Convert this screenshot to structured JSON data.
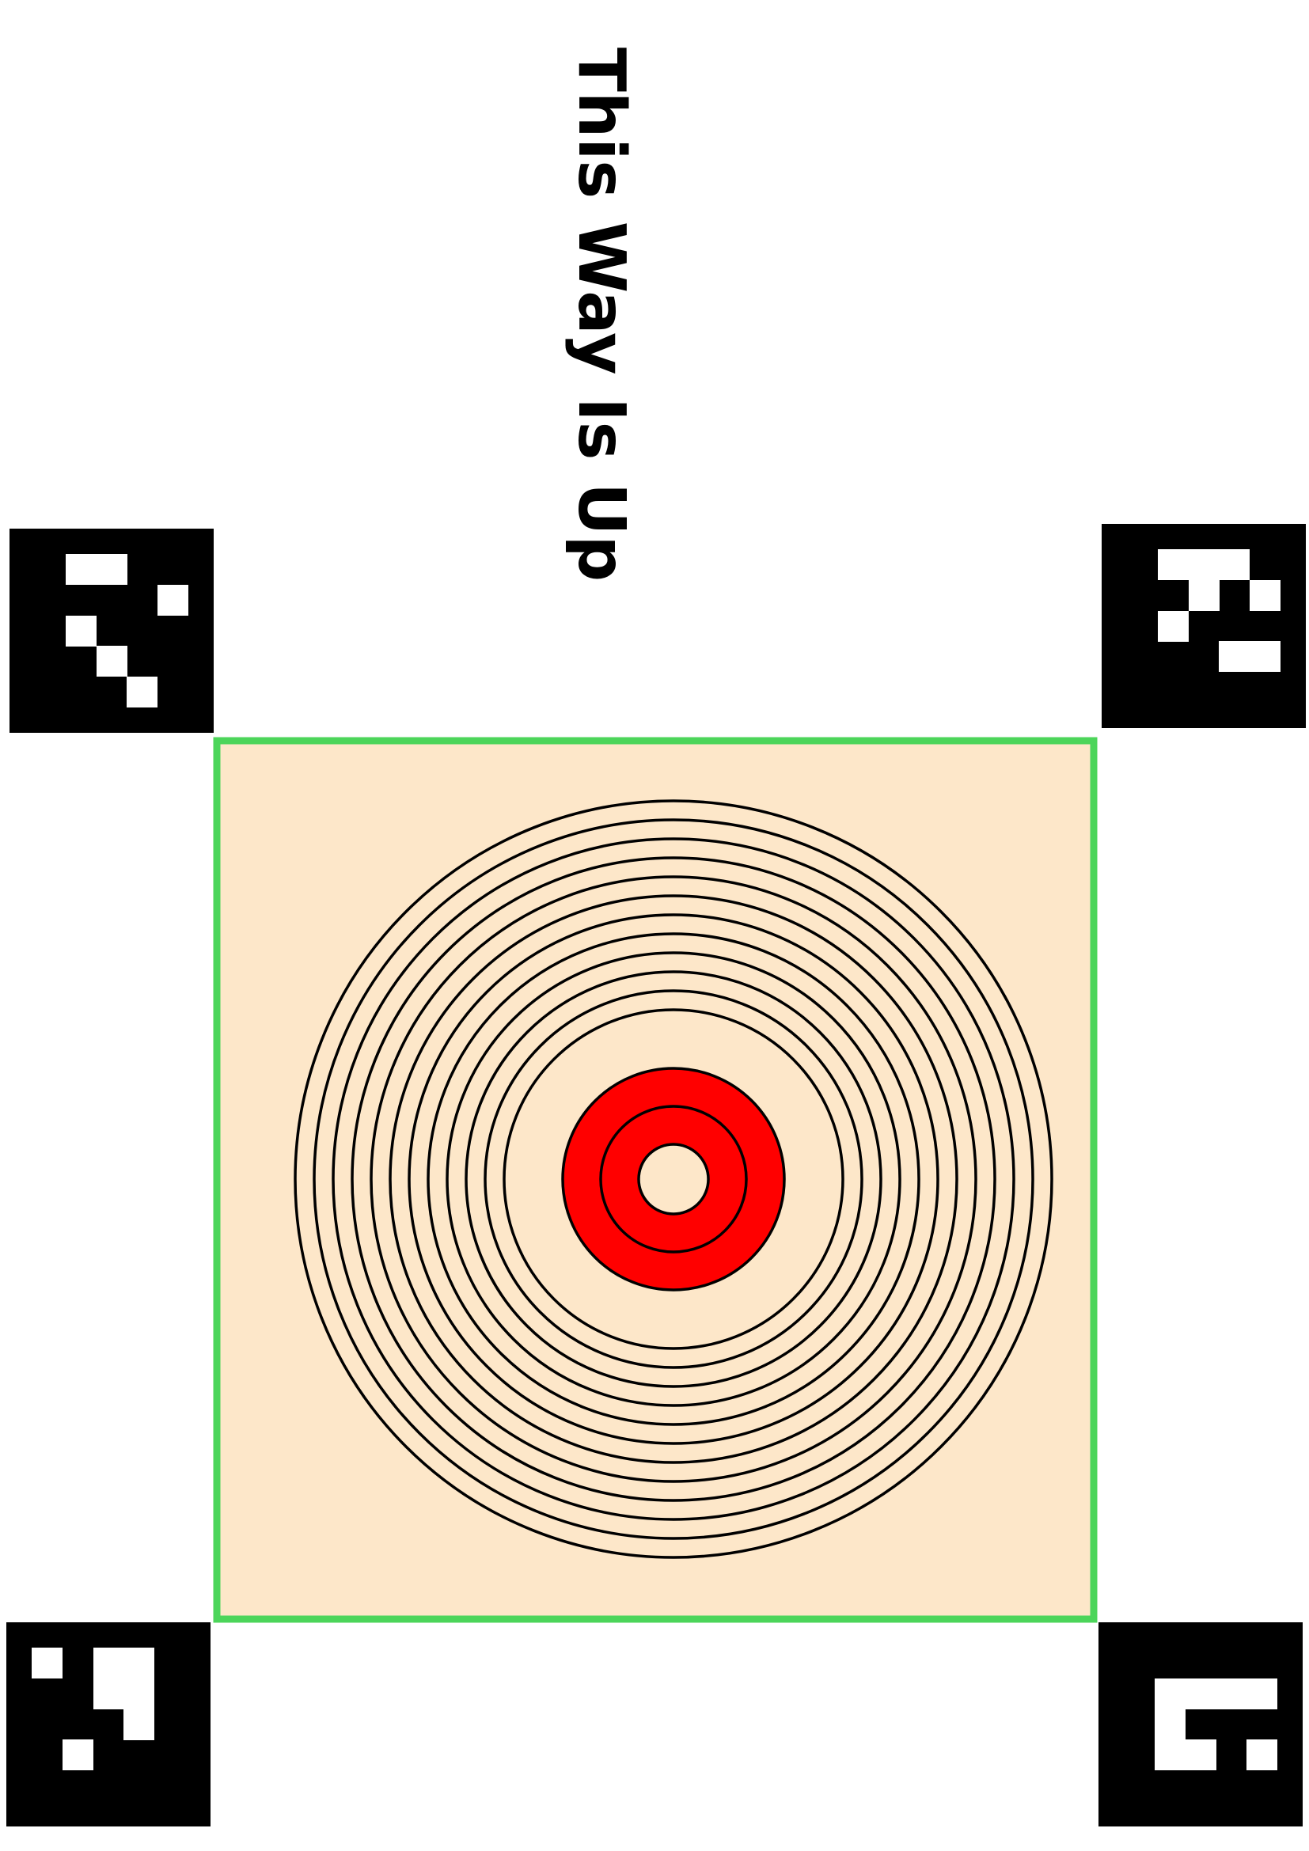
{
  "heading": {
    "text": "This Way Is Up"
  },
  "colors": {
    "frame": "#4cd55a",
    "target_fill": "#fde7c9",
    "ring_stroke": "#000000",
    "bullseye": "#ff0000",
    "center": "#fde7c9"
  },
  "markers": [
    {
      "name": "fiducial-marker-top-left",
      "grid": [
        "01100",
        "00001",
        "01000",
        "00100",
        "00010"
      ]
    },
    {
      "name": "fiducial-marker-top-right",
      "grid": [
        "01110",
        "00101",
        "01000",
        "00011",
        "00000"
      ]
    },
    {
      "name": "fiducial-marker-bottom-left",
      "grid": [
        "10110",
        "00110",
        "00010",
        "01000",
        "00000"
      ]
    },
    {
      "name": "fiducial-marker-bottom-right",
      "grid": [
        "00000",
        "01111",
        "01000",
        "01101",
        "00000"
      ]
    }
  ]
}
